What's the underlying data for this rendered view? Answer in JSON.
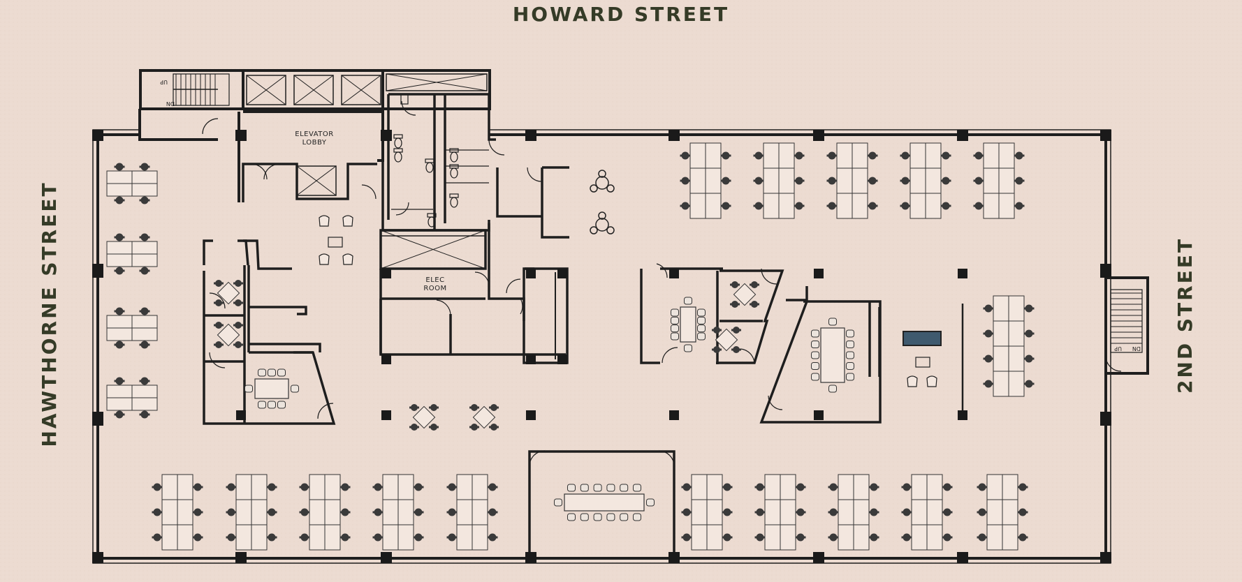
{
  "streets": {
    "north": "HOWARD STREET",
    "west": "HAWTHORNE STREET",
    "east": "2ND STREET"
  },
  "rooms": {
    "elevator_lobby_line1": "ELEVATOR",
    "elevator_lobby_line2": "LOBBY",
    "elec_room_line1": "ELEC",
    "elec_room_line2": "ROOM"
  },
  "stairs": {
    "up": "UP",
    "down": "DN"
  },
  "colors": {
    "background": "#ecdbd1",
    "wall": "#1e1e1e",
    "street_text": "#353b27",
    "desk_fill": "#f3e7df",
    "chair": "#3a3a3a",
    "screen_accent": "#3f5a6e"
  },
  "icons": [
    "desk-cluster-icon",
    "chair-icon",
    "column-icon",
    "elevator-icon",
    "stair-icon",
    "conference-table-icon",
    "lounge-chair-icon",
    "tv-screen-icon"
  ]
}
